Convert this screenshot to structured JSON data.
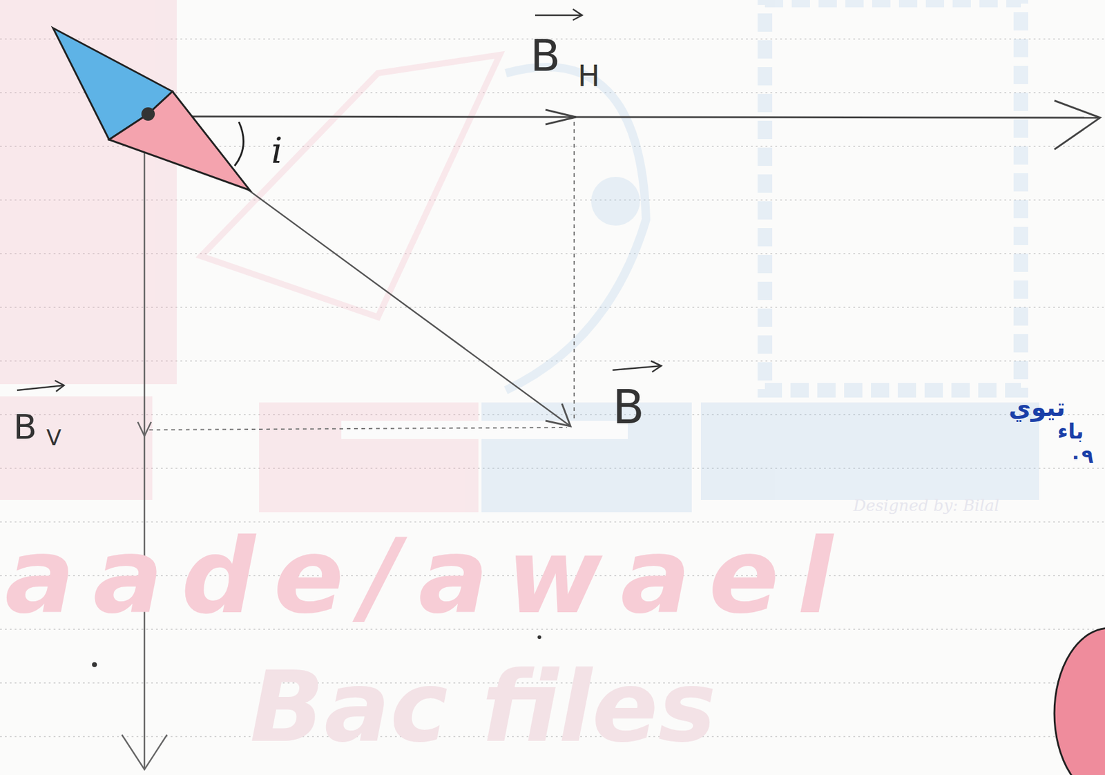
{
  "diagram": {
    "labels": [
      "B",
      "H",
      "B",
      "V",
      "B",
      "i",
      "تيوي",
      "باء",
      "٠٩",
      "Designed by: Bilal",
      "aade/awael",
      "Bac files"
    ]
  }
}
